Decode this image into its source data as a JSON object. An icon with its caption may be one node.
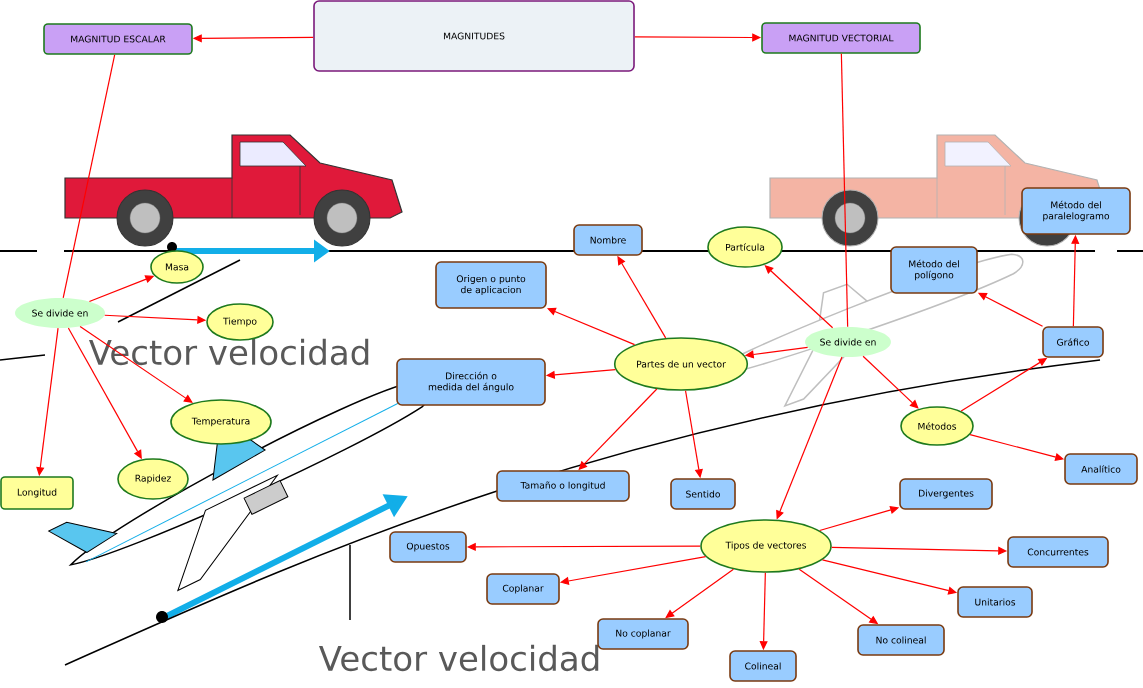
{
  "diagram": {
    "nodes": [
      {
        "text": [
          "MAGNITUDES"
        ]
      },
      {
        "text": [
          "MAGNITUD ESCALAR"
        ]
      },
      {
        "text": [
          "MAGNITUD VECTORIAL"
        ]
      },
      {
        "text": [
          "Se divide en"
        ]
      },
      {
        "text": [
          "Masa"
        ]
      },
      {
        "text": [
          "Tiempo"
        ]
      },
      {
        "text": [
          "Temperatura"
        ]
      },
      {
        "text": [
          "Rapidez"
        ]
      },
      {
        "text": [
          "Longitud"
        ]
      },
      {
        "text": [
          "Se divide en"
        ]
      },
      {
        "text": [
          "Nombre"
        ]
      },
      {
        "text": [
          "Partícula"
        ]
      },
      {
        "text": [
          "Origen o punto de aplicacion"
        ]
      },
      {
        "text": [
          "Método del polígono"
        ]
      },
      {
        "text": [
          "Método del paralelogramo"
        ]
      },
      {
        "text": [
          "Gráfico"
        ]
      },
      {
        "text": [
          "Partes de un vector"
        ]
      },
      {
        "text": [
          "Dirección o medida del ángulo"
        ]
      },
      {
        "text": [
          "Métodos"
        ]
      },
      {
        "text": [
          "Analítico"
        ]
      },
      {
        "text": [
          "Tamaño o longitud"
        ]
      },
      {
        "text": [
          "Sentido"
        ]
      },
      {
        "text": [
          "Divergentes"
        ]
      },
      {
        "text": [
          "Tipos de vectores"
        ]
      },
      {
        "text": [
          "Opuestos"
        ]
      },
      {
        "text": [
          "Concurrentes"
        ]
      },
      {
        "text": [
          "Coplanar"
        ]
      },
      {
        "text": [
          "Unitarios"
        ]
      },
      {
        "text": [
          "No coplanar"
        ]
      },
      {
        "text": [
          "No colineal"
        ]
      },
      {
        "text": [
          "Colineal"
        ]
      }
    ],
    "edges": [
      {
        "from": 0,
        "to": 1,
        "arrow": "to"
      },
      {
        "from": 0,
        "to": 2,
        "arrow": "to"
      },
      {
        "from": 1,
        "to": 3,
        "arrow": "none"
      },
      {
        "from": 3,
        "to": 4,
        "arrow": "to"
      },
      {
        "from": 3,
        "to": 5,
        "arrow": "to"
      },
      {
        "from": 3,
        "to": 6,
        "arrow": "to"
      },
      {
        "from": 3,
        "to": 7,
        "arrow": "to"
      },
      {
        "from": 3,
        "to": 8,
        "arrow": "to"
      },
      {
        "from": 2,
        "to": 9,
        "arrow": "none"
      },
      {
        "from": 9,
        "to": 11,
        "arrow": "to"
      },
      {
        "from": 9,
        "to": 16,
        "arrow": "to"
      },
      {
        "from": 9,
        "to": 18,
        "arrow": "to"
      },
      {
        "from": 9,
        "to": 23,
        "arrow": "to"
      },
      {
        "from": 16,
        "to": 10,
        "arrow": "to"
      },
      {
        "from": 16,
        "to": 12,
        "arrow": "to"
      },
      {
        "from": 16,
        "to": 17,
        "arrow": "to"
      },
      {
        "from": 16,
        "to": 20,
        "arrow": "to"
      },
      {
        "from": 16,
        "to": 21,
        "arrow": "to"
      },
      {
        "from": 18,
        "to": 15,
        "arrow": "to"
      },
      {
        "from": 18,
        "to": 19,
        "arrow": "to"
      },
      {
        "from": 15,
        "to": 13,
        "arrow": "to"
      },
      {
        "from": 15,
        "to": 14,
        "arrow": "to"
      },
      {
        "from": 23,
        "to": 22,
        "arrow": "to"
      },
      {
        "from": 23,
        "to": 24,
        "arrow": "to"
      },
      {
        "from": 23,
        "to": 25,
        "arrow": "to"
      },
      {
        "from": 23,
        "to": 26,
        "arrow": "to"
      },
      {
        "from": 23,
        "to": 27,
        "arrow": "to"
      },
      {
        "from": 23,
        "to": 28,
        "arrow": "to"
      },
      {
        "from": 23,
        "to": 29,
        "arrow": "to"
      },
      {
        "from": 23,
        "to": 30,
        "arrow": "to"
      }
    ],
    "labels": [
      "Vector velocidad",
      "Vector velocidad"
    ]
  }
}
